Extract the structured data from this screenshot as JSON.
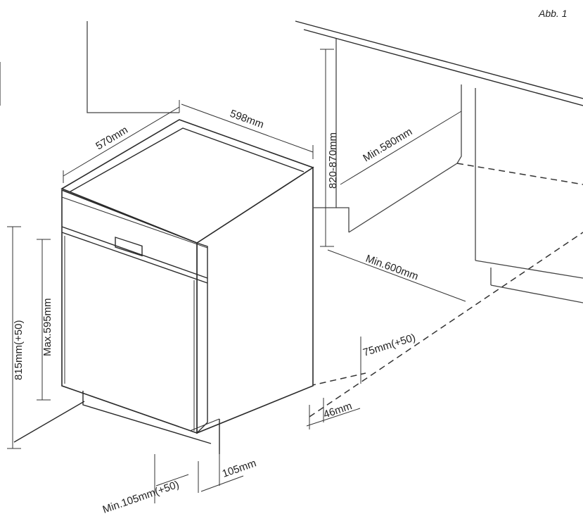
{
  "figure_label": "Abb. 1",
  "dimensions": {
    "depth": "570mm",
    "width": "598mm",
    "cabinet_height_range": "820-870mm",
    "min_depth": "Min.580mm",
    "min_width": "Min.600mm",
    "height": "815mm(+50)",
    "max_door": "Max.595mm",
    "kick_height": "75mm(+50)",
    "kick_depth": "46mm",
    "plinth_gap": "105mm",
    "min_plinth": "Min.105mm(+50)"
  },
  "colors": {
    "line": "#2a2a2a",
    "background": "#ffffff"
  }
}
